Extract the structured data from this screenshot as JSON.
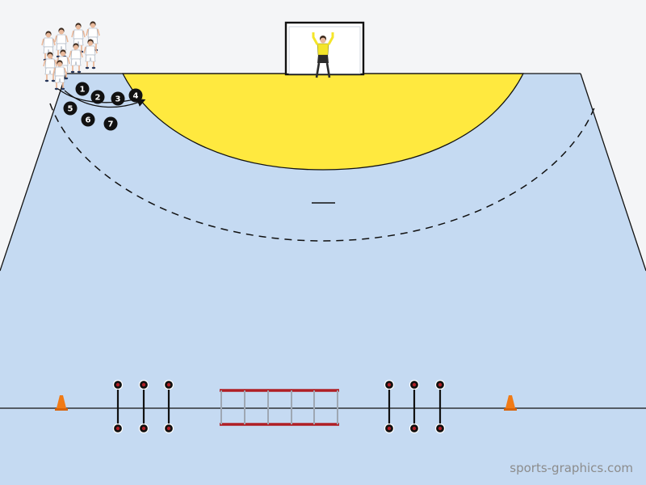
{
  "diagram": {
    "colors": {
      "background": "#f4f5f7",
      "court": "#c5daf2",
      "goal_area": "#ffe93f",
      "lines": "#111111",
      "ladder": "#b01e24",
      "cone": "#f07a16",
      "goalkeeper": "#f4e52a"
    },
    "numbers": [
      "1",
      "2",
      "3",
      "4",
      "5",
      "6",
      "7"
    ],
    "credit": "sports-graphics.com"
  }
}
